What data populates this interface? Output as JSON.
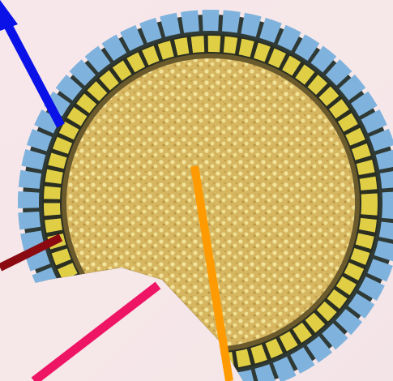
{
  "figure": {
    "cut_off_label": "",
    "colors": {
      "background": "#f6e6ea",
      "outer_layer": "#7fb3dd",
      "middle_layer": "#e0cf45",
      "inner_mass": "#d9b860",
      "pointer_blue": "#0a12e8",
      "pointer_darkred": "#8b0a12",
      "pointer_pink": "#ee1565",
      "pointer_orange": "#ff9a00",
      "label_text": "#9b1a52"
    },
    "layers": [
      {
        "name": "outer-cell-layer",
        "color": "outer_layer"
      },
      {
        "name": "middle-cell-layer",
        "color": "middle_layer"
      },
      {
        "name": "inner-cell-mass",
        "color": "inner_mass"
      }
    ],
    "pointers": [
      {
        "name": "blue-pointer",
        "color": "pointer_blue"
      },
      {
        "name": "darkred-pointer",
        "color": "pointer_darkred"
      },
      {
        "name": "pink-pointer",
        "color": "pointer_pink"
      },
      {
        "name": "orange-pointer",
        "color": "pointer_orange"
      }
    ]
  }
}
